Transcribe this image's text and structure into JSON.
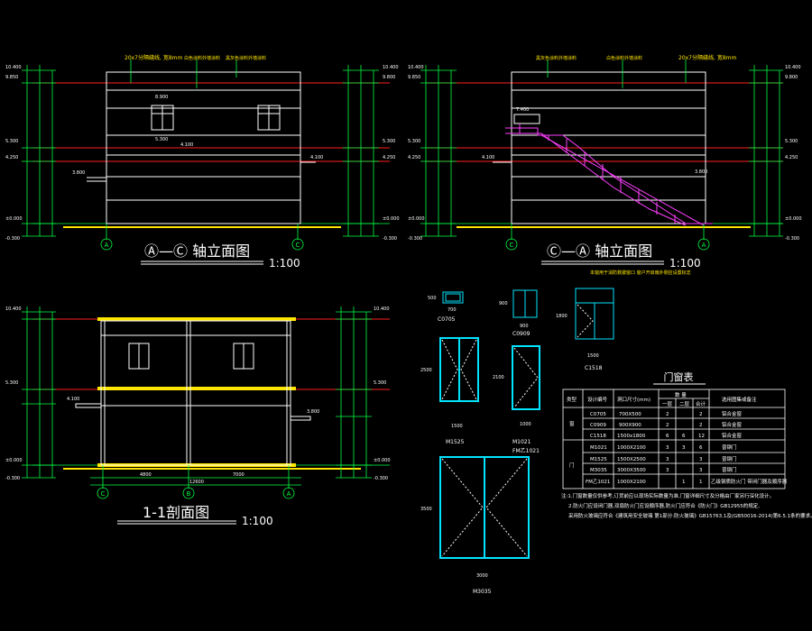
{
  "views": {
    "elev1": {
      "title": "Ⓐ—Ⓒ 轴立面图",
      "scale": "1:100",
      "axes": [
        "A",
        "C"
      ],
      "notes": [
        "20x7分隔缝线, 宽8mm",
        "白色涂料外墙涂料",
        "黑灰色涂料外墙涂料"
      ],
      "levels_left": [
        "10.400",
        "9.850",
        "5.300",
        "4.250",
        "±0.000",
        "-0.300"
      ],
      "levels_right": [
        "10.400",
        "9.800",
        "5.300",
        "4.250",
        "±0.000",
        "-0.300"
      ],
      "labels": [
        "8.900",
        "5.300",
        "4.100",
        "3.800",
        "4.100"
      ]
    },
    "elev2": {
      "title": "Ⓒ—Ⓐ 轴立面图",
      "scale": "1:100",
      "axes": [
        "C",
        "A"
      ],
      "notes": [
        "黑灰色涂料外墙涂料",
        "白色涂料外墙涂料",
        "20x7分隔缝线, 宽8mm"
      ],
      "levels_left": [
        "10.400",
        "9.850",
        "5.300",
        "4.250",
        "±0.000",
        "-0.300"
      ],
      "levels_right": [
        "10.400",
        "9.800",
        "5.300",
        "4.250",
        "±0.000",
        "-0.300"
      ],
      "labels": [
        "7.400",
        "4.100",
        "3.800"
      ]
    },
    "section": {
      "title": "1-1剖面图",
      "scale": "1:100",
      "axes": [
        "C",
        "B",
        "A"
      ],
      "dims": [
        "4800",
        "7000",
        "12600"
      ],
      "levels_left": [
        "10.400",
        "5.300",
        "4.100",
        "±0.000",
        "-0.300"
      ],
      "levels_right": [
        "10.400",
        "5.300",
        "3.800",
        "±0.000",
        "-0.300"
      ]
    }
  },
  "doors_windows": {
    "note_top": "本窗用于消防救援窗口 窗户开启扇外侧应设置标志",
    "items": [
      {
        "code": "C0705",
        "w": "700",
        "h": "500"
      },
      {
        "code": "C0909",
        "w": "900",
        "h": "900"
      },
      {
        "code": "C1518",
        "w": "1500",
        "h": "1800"
      },
      {
        "code": "M1525",
        "w": "1500",
        "h": "2500"
      },
      {
        "code": "FM乙1021",
        "label": "M1021",
        "w": "1000",
        "h": "2100"
      },
      {
        "code": "M3035",
        "w": "3000",
        "h": "3500"
      }
    ]
  },
  "table": {
    "title": "门窗表",
    "headers": [
      "类型",
      "设计编号",
      "洞口尺寸(mm)",
      "数 量",
      "选用图集或备注"
    ],
    "subheaders": [
      "一层",
      "二层",
      "合计"
    ],
    "groups": [
      {
        "type": "窗",
        "rows": [
          {
            "code": "C0705",
            "size": "700X500",
            "q1": "2",
            "q2": "",
            "qt": "2",
            "note": "铝合金窗"
          },
          {
            "code": "C0909",
            "size": "900X900",
            "q1": "2",
            "q2": "",
            "qt": "2",
            "note": "铝合金窗"
          },
          {
            "code": "C1518",
            "size": "1500x1800",
            "q1": "6",
            "q2": "6",
            "qt": "12",
            "note": "铝合金窗"
          }
        ]
      },
      {
        "type": "门",
        "rows": [
          {
            "code": "M1021",
            "size": "1000X2100",
            "q1": "3",
            "q2": "3",
            "qt": "6",
            "note": "普钢门"
          },
          {
            "code": "M1525",
            "size": "1500X2500",
            "q1": "3",
            "q2": "",
            "qt": "3",
            "note": "普钢门"
          },
          {
            "code": "M3035",
            "size": "3000X3500",
            "q1": "3",
            "q2": "",
            "qt": "3",
            "note": "普钢门"
          },
          {
            "code": "FM乙1021",
            "size": "1000X2100",
            "q1": "",
            "q2": "1",
            "qt": "1",
            "note": "乙级钢质防火门 带闭门器及顺序器"
          }
        ]
      }
    ],
    "footnotes": [
      "注:1.门窗数量仅供参考,订货前应以现场实际数量为准,门窗详细尺寸及分格由厂家另行深化设计。",
      "2.防火门应设闭门器,双扇防火门应设顺序器,防火门应符合《防火门》GB12955的规定,",
      "采用防火玻璃应符合《建筑用安全玻璃 第1部分:防火玻璃》GB15763.1及(GB50016-2014)第6.5.1条的要求。"
    ]
  }
}
